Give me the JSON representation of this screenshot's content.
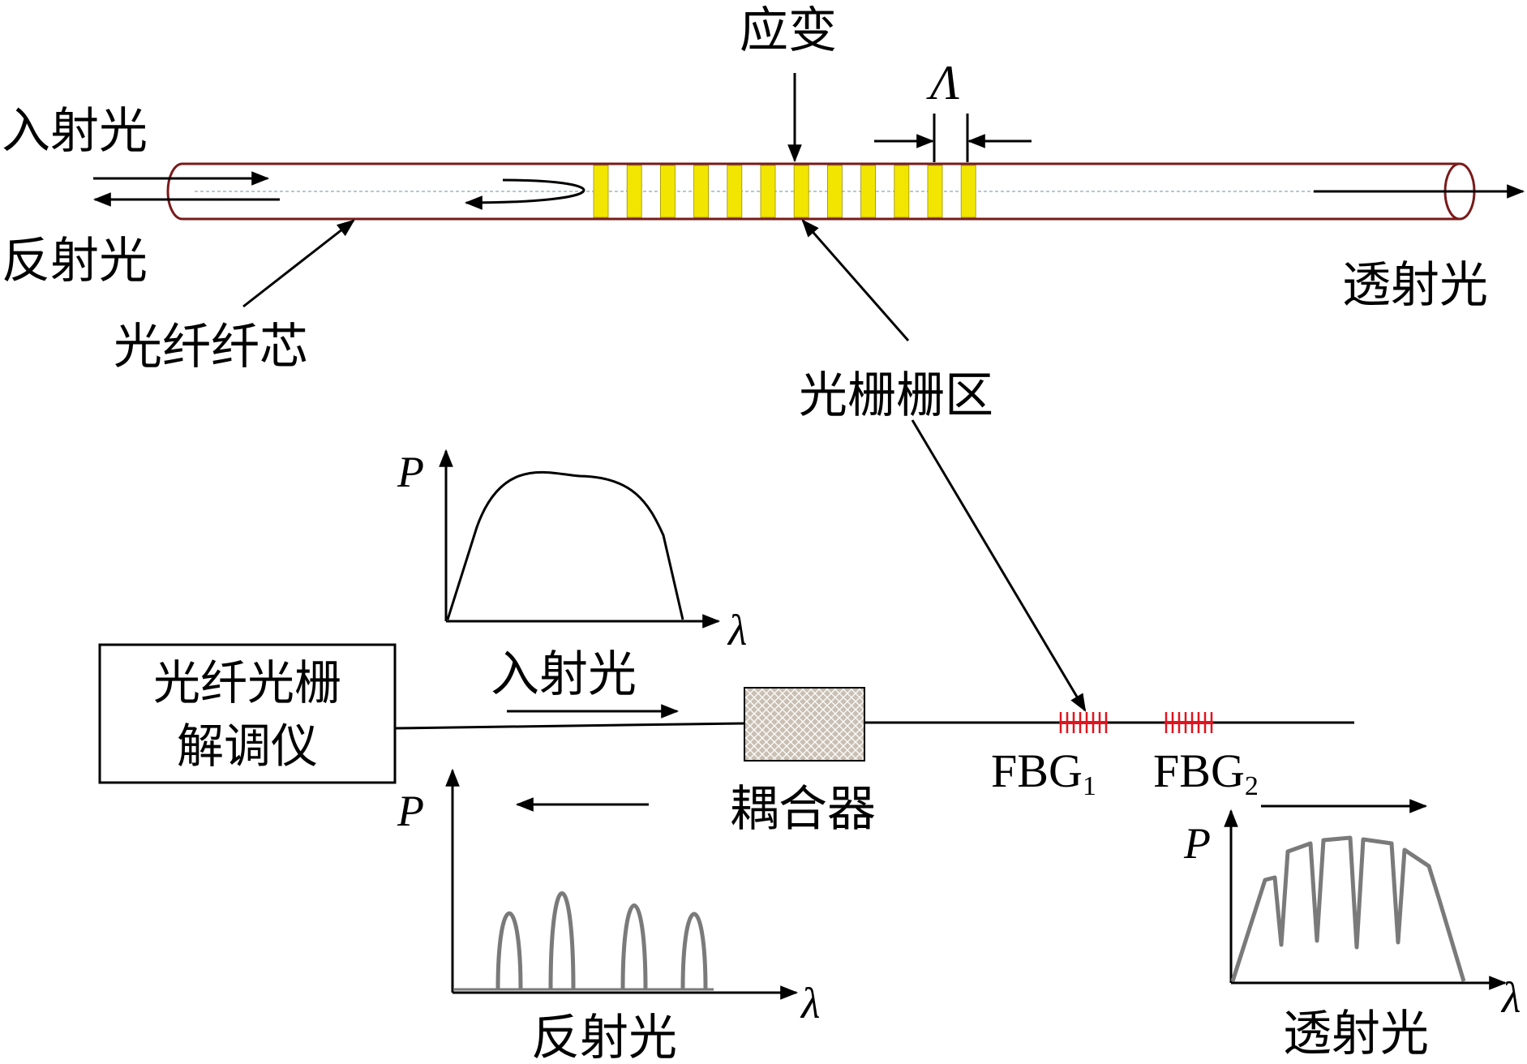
{
  "fiber": {
    "strain_label": "应变",
    "period_symbol": "Λ",
    "incident_label": "入射光",
    "reflected_label": "反射光",
    "transmitted_label": "透射光",
    "core_label": "光纤纤芯",
    "grating_region_label": "光栅栅区"
  },
  "system": {
    "interrogator_line1": "光纤光栅",
    "interrogator_line2": "解调仪",
    "incident_label": "入射光",
    "coupler_label": "耦合器",
    "fbg1_main": "FBG",
    "fbg1_sub": "1",
    "fbg2_main": "FBG",
    "fbg2_sub": "2",
    "reflected_label": "反射光",
    "transmitted_label": "透射光"
  },
  "axes": {
    "p_symbol": "P",
    "lambda_symbol": "λ"
  },
  "colors": {
    "fiber_outline": "#7a1a1a",
    "grating_yellow": "#f2e600",
    "fbg_red": "#e0141e",
    "spectrum_gray": "#7a7a7a"
  }
}
